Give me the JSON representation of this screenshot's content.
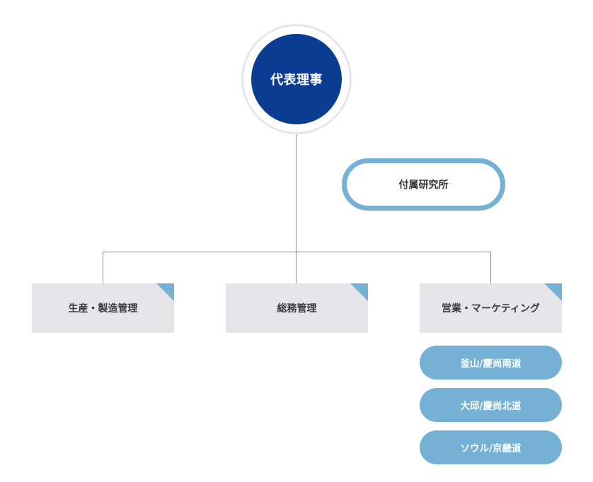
{
  "ceo": {
    "label": "代表理事"
  },
  "research_lab": {
    "label": "付属研究所"
  },
  "departments": [
    {
      "label": "生産・製造管理"
    },
    {
      "label": "総務管理"
    },
    {
      "label": "営業・マーケティング"
    }
  ],
  "sales_regions": [
    {
      "label": "釜山/慶尚南道"
    },
    {
      "label": "大邱/慶尚北道"
    },
    {
      "label": "ソウル/京畿道"
    }
  ],
  "colors": {
    "ceo_fill": "#0a3d91",
    "ceo_ring": "#e6e6e6",
    "accent_blue": "#74b1d4",
    "dept_fill": "#e6e6e8",
    "line": "#8a8a8a"
  }
}
